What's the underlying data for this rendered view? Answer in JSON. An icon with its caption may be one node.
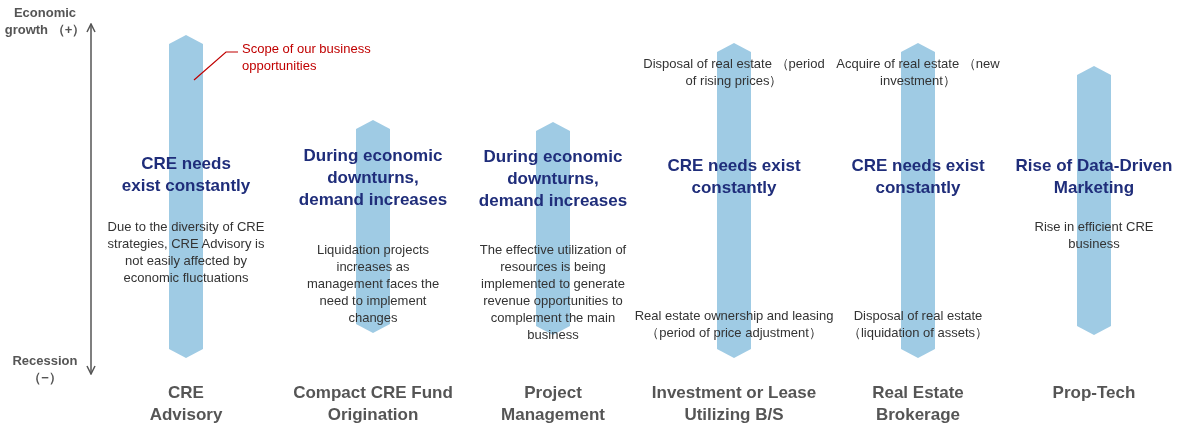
{
  "diagram": {
    "nodes": [
      {
        "text": [
          "CRE needs exist constantly",
          "Due to the diversity of CRE strategies, CRE Advisory is not easily affected by economic fluctuations"
        ],
        "beside": [
          "CRE Advisory"
        ]
      },
      {
        "text": [
          "Scope of our business opportunities"
        ]
      },
      {
        "text": [
          "During economic downturns, demand increases",
          "Liquidation projects increases as management faces the need to implement changes"
        ],
        "beside": [
          "Compact CRE Fund Origination"
        ]
      },
      {
        "text": [
          "During economic downturns, demand increases",
          "The effective utilization of resources is being implemented to generate revenue opportunities to complement the main business"
        ],
        "beside": [
          "Project Management"
        ]
      },
      {
        "text": [
          "Disposal of real estate （period of rising prices）",
          "CRE needs exist constantly",
          "Real estate ownership and leasing （period of price adjustment）"
        ],
        "beside": [
          "Investment or Lease Utilizing B/S"
        ]
      },
      {
        "text": [
          "Acquire of real estate （new investment）",
          "CRE needs exist constantly",
          "Disposal of real estate （liquidation of assets）"
        ],
        "beside": [
          "Real Estate Brokerage"
        ]
      },
      {
        "text": [
          "Rise of Data-Driven Marketing",
          "Rise in efficient CRE business"
        ],
        "beside": [
          "Prop-Tech"
        ]
      }
    ],
    "edges": [
      {
        "from": 1,
        "to": 0,
        "arrow": "none",
        "color": "#c00000"
      }
    ],
    "labels": [
      "Economic growth （+）",
      "Recession （−）"
    ]
  }
}
